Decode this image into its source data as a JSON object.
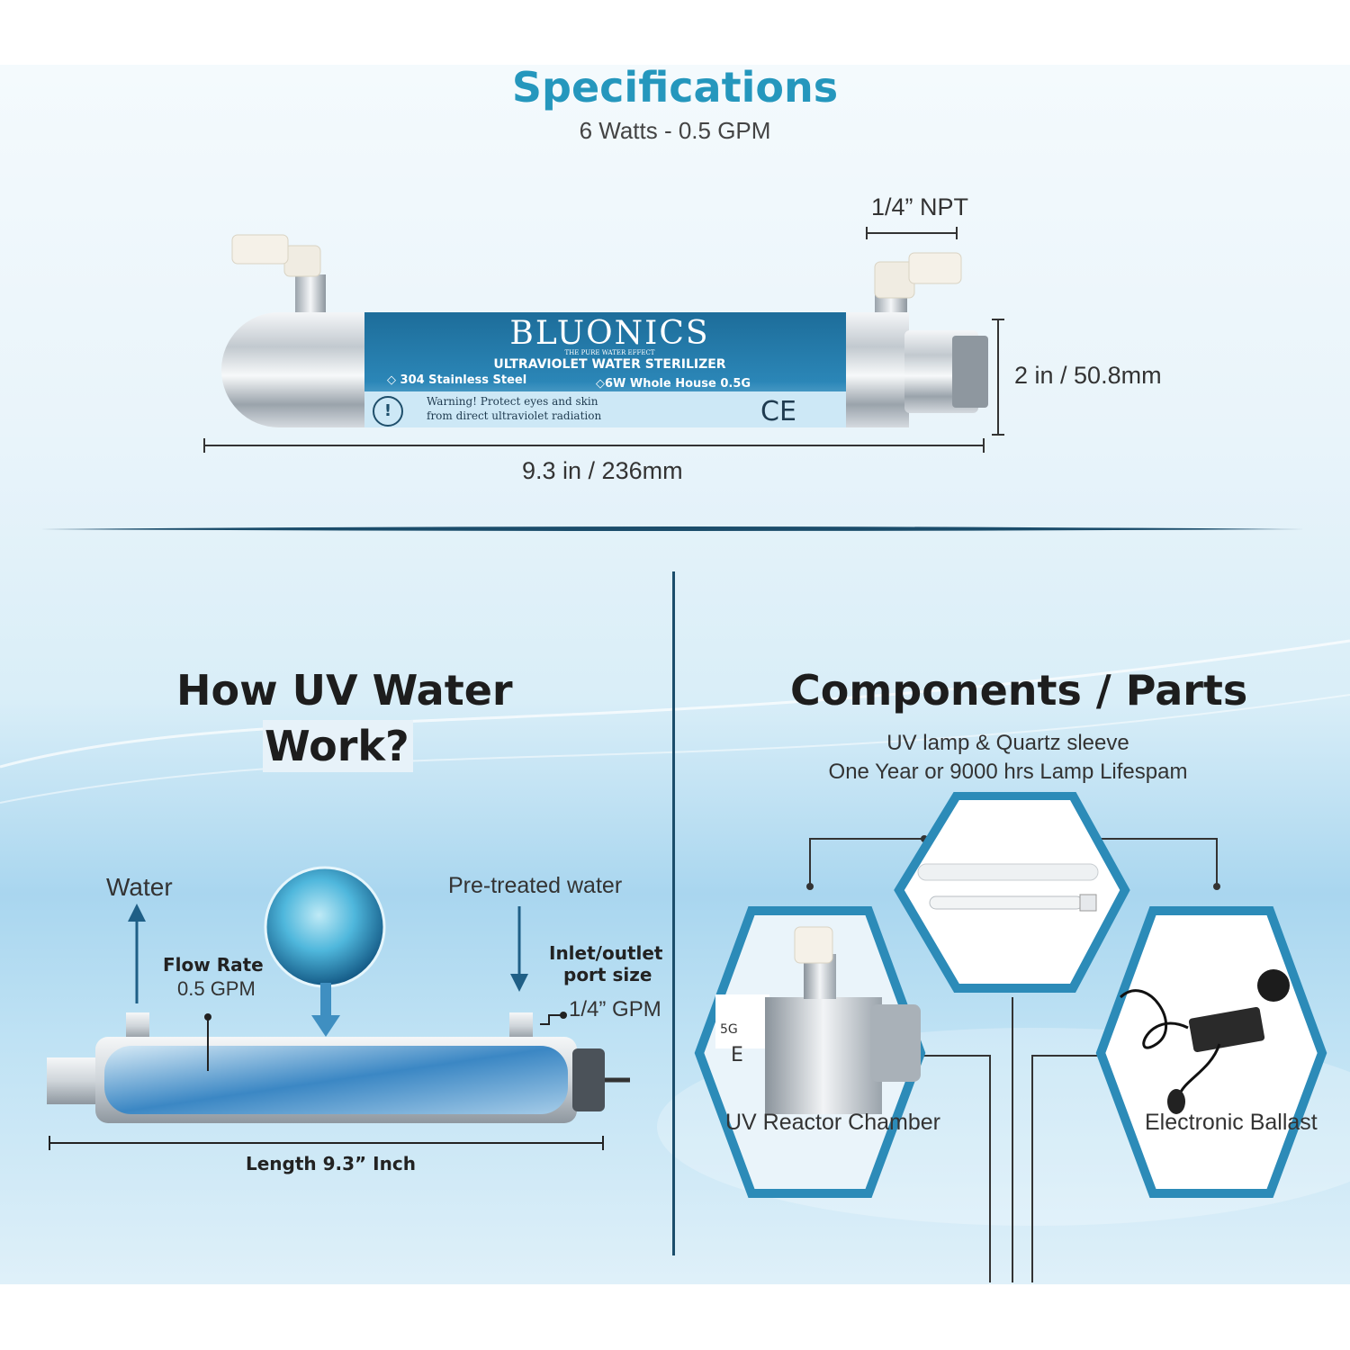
{
  "specs": {
    "title": "Specifications",
    "subtitle": "6 Watts - 0.5 GPM",
    "npt_label": "1/4” NPT",
    "diameter_label": "2 in / 50.8mm",
    "length_label": "9.3 in / 236mm"
  },
  "product_label": {
    "brand": "BLUONICS",
    "tagline": "THE PURE WATER EFFECT",
    "product": "ULTRAVIOLET WATER STERILIZER",
    "material": "◇ 304 Stainless Steel",
    "rating": "◇6W Whole House 0.5G",
    "warning_line1": "Warning! Protect eyes and skin",
    "warning_line2": "from direct ultraviolet radiation",
    "ce_mark": "CE"
  },
  "how": {
    "title_line1": "How UV Water",
    "title_line2": "Work?",
    "water_label": "Water",
    "pretreated_label": "Pre-treated water",
    "flow_rate_title": "Flow Rate",
    "flow_rate_value": "0.5 GPM",
    "port_title_line1": "Inlet/outlet",
    "port_title_line2": "port size",
    "port_value": "1/4” GPM",
    "length_label": "Length 9.3” Inch"
  },
  "components": {
    "title": "Components / Parts",
    "lamp_line1": "UV lamp & Quartz sleeve",
    "lamp_line2": "One Year or 9000 hrs Lamp Lifespam",
    "reactor_label": "UV Reactor Chamber",
    "ballast_label": "Electronic Ballast",
    "reactor_partial_text_1": "5G",
    "reactor_partial_text_2": "E"
  },
  "colors": {
    "accent": "#2597bd",
    "label_blue": "#1f6f9c",
    "dark_line": "#1b4d6b"
  }
}
